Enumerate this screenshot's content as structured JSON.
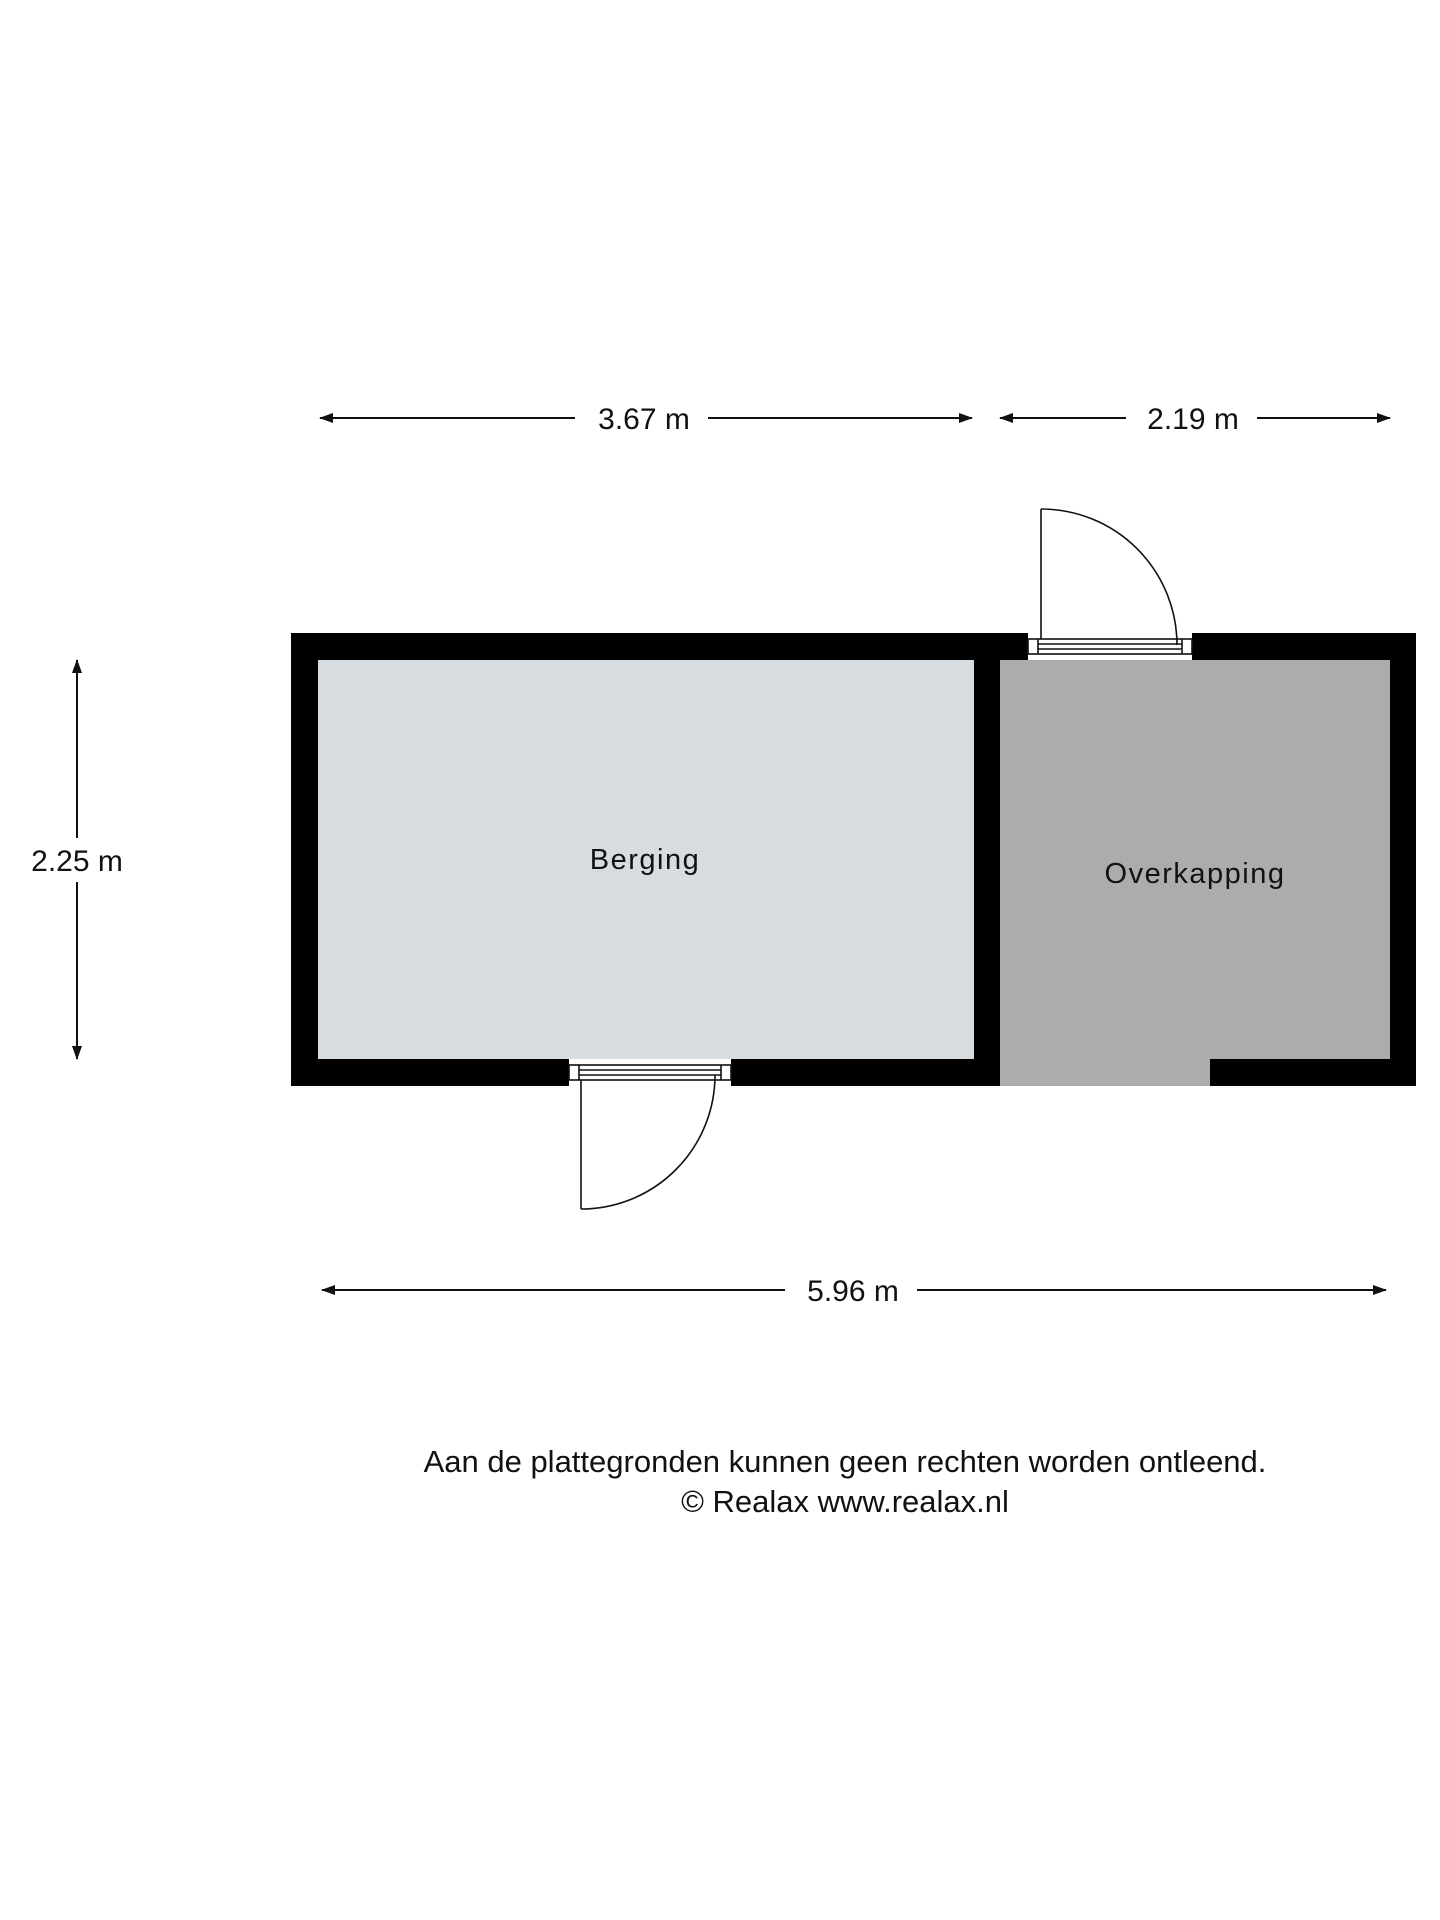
{
  "dimensions": {
    "top_left": "3.67 m",
    "top_right": "2.19 m",
    "left_height": "2.25 m",
    "bottom_total": "5.96 m"
  },
  "rooms": {
    "berging": {
      "label": "Berging",
      "color": "#d7dce0"
    },
    "overkapping": {
      "label": "Overkapping",
      "color": "#acacac"
    }
  },
  "wall_color": "#000000",
  "disclaimer": {
    "line1": "Aan de plattegronden kunnen geen rechten worden ontleend.",
    "line2": "© Realax www.realax.nl"
  }
}
